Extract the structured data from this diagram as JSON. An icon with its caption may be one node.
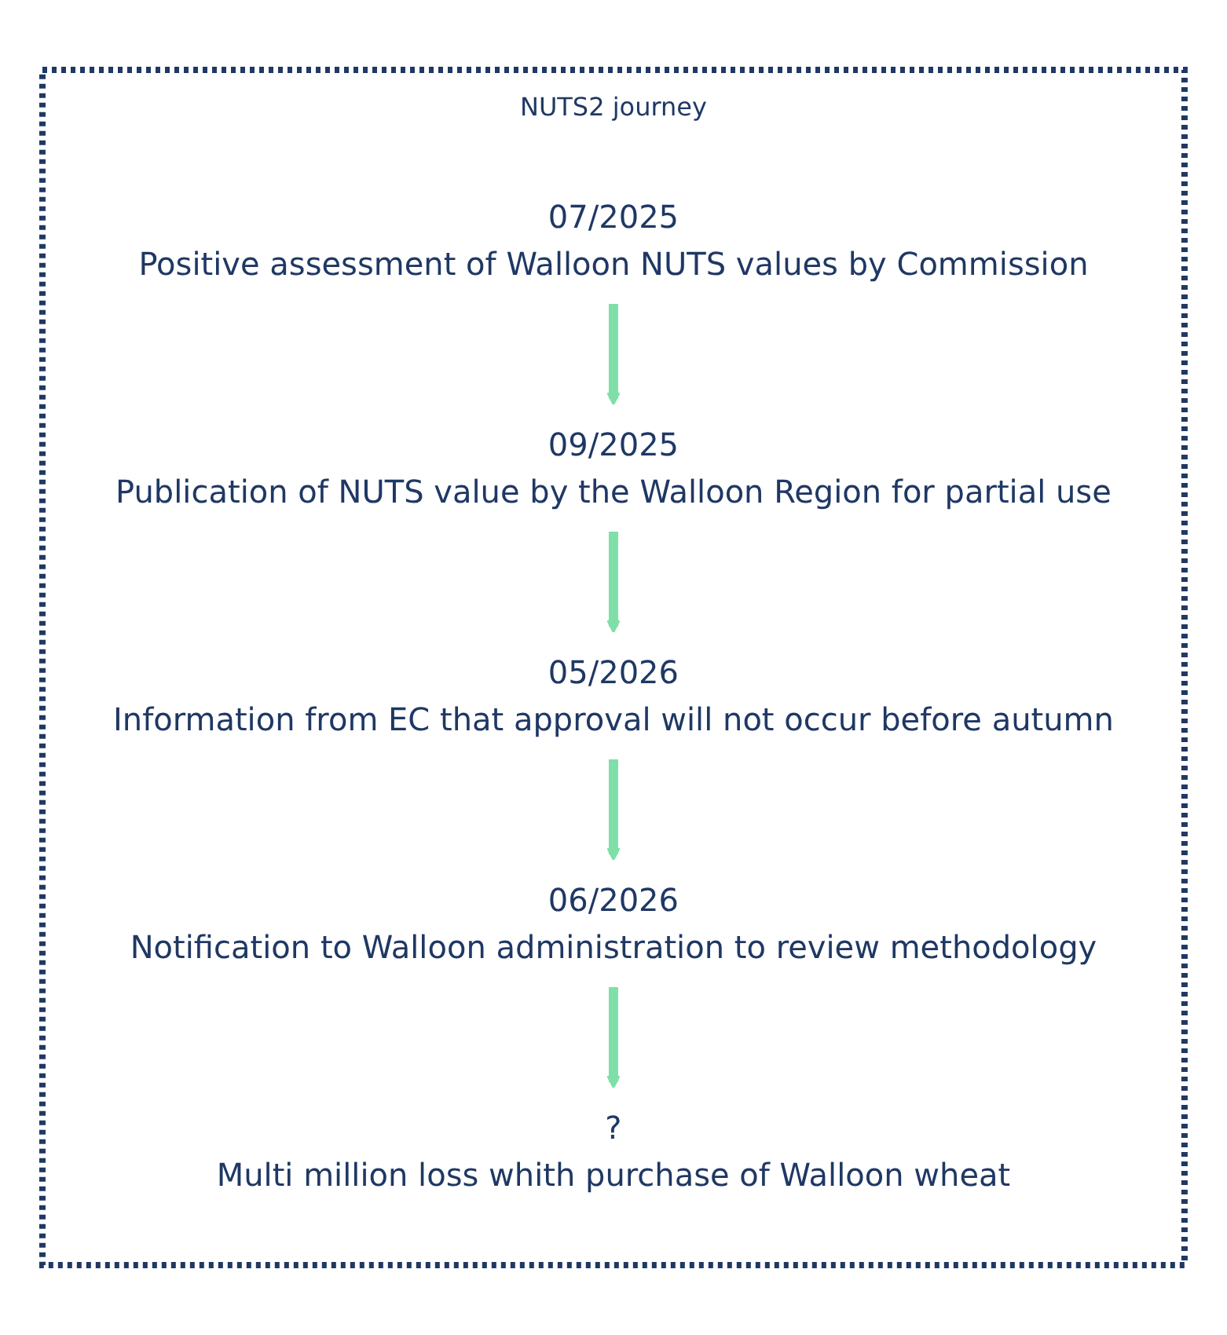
{
  "diagram": {
    "nodes": [
      {
        "text": [
          "NUTS2 journey"
        ]
      },
      {
        "text": [
          "07/2025",
          "Positive assessment of Walloon NUTS values by Commission"
        ],
        "in": 0
      },
      {
        "text": [
          "09/2025",
          "Publication of NUTS value by the Walloon Region for partial use"
        ],
        "in": 0
      },
      {
        "text": [
          "05/2026",
          "Information from EC that approval will not occur before autumn"
        ],
        "in": 0
      },
      {
        "text": [
          "06/2026",
          "Notification to Walloon administration to review methodology"
        ],
        "in": 0
      },
      {
        "text": [
          "?",
          "Multi million loss whith purchase of Walloon wheat"
        ],
        "in": 0
      }
    ],
    "edges": [
      {
        "from": 1,
        "to": 2,
        "arrow": "to"
      },
      {
        "from": 2,
        "to": 3,
        "arrow": "to"
      },
      {
        "from": 3,
        "to": 4,
        "arrow": "to"
      },
      {
        "from": 4,
        "to": 5,
        "arrow": "to"
      }
    ]
  }
}
